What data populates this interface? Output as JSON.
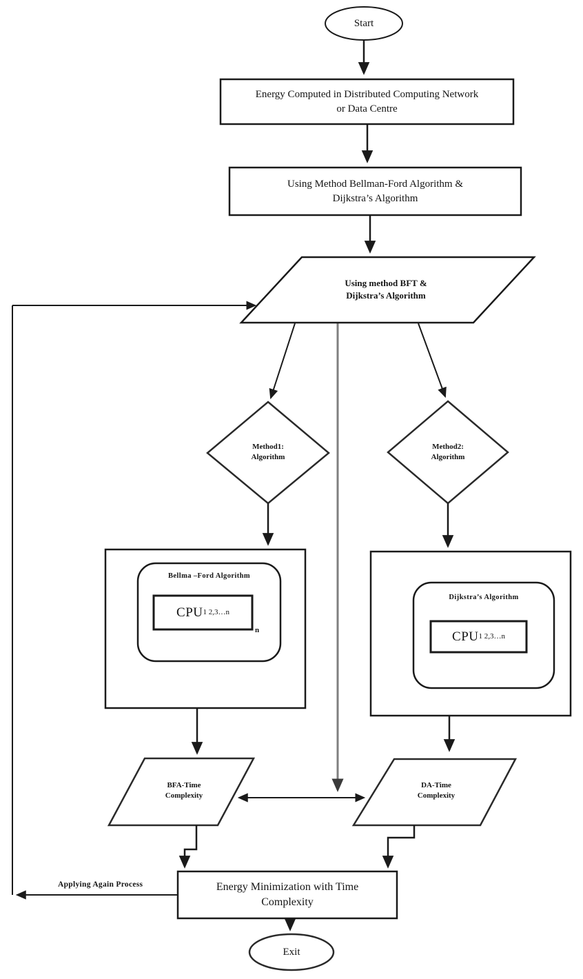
{
  "flowchart": {
    "start_label": "Start",
    "exit_label": "Exit",
    "step_energy_computed": "Energy Computed in Distributed Computing Network or Data Centre",
    "step_using_method": "Using Method Bellman-Ford Algorithm & Dijkstra’s Algorithm",
    "io_using_bft": "Using method BFT & Dijkstra’s Algorithm",
    "decision_method1": "Method1: Algorithm",
    "decision_method2": "Method2: Algorithm",
    "process_bellman": {
      "title": "Bellma –Ford Algorithm",
      "cpu_main": "CPU",
      "cpu_sub": "1 2,3…n",
      "outer_sub": "n"
    },
    "process_dijkstra": {
      "title": "Dijkstra’s Algorithm",
      "cpu_main": "CPU",
      "cpu_sub": "1 2,3…n"
    },
    "io_bfa_time": "BFA-Time Complexity",
    "io_da_time": "DA-Time Complexity",
    "step_energy_minimization": "Energy Minimization with Time Complexity",
    "loop_label": "Applying Again Process",
    "colors": {
      "line": "#1a1a1a",
      "center_line": "#7f7f7f",
      "fill": "#ffffff",
      "text": "#141414"
    }
  }
}
